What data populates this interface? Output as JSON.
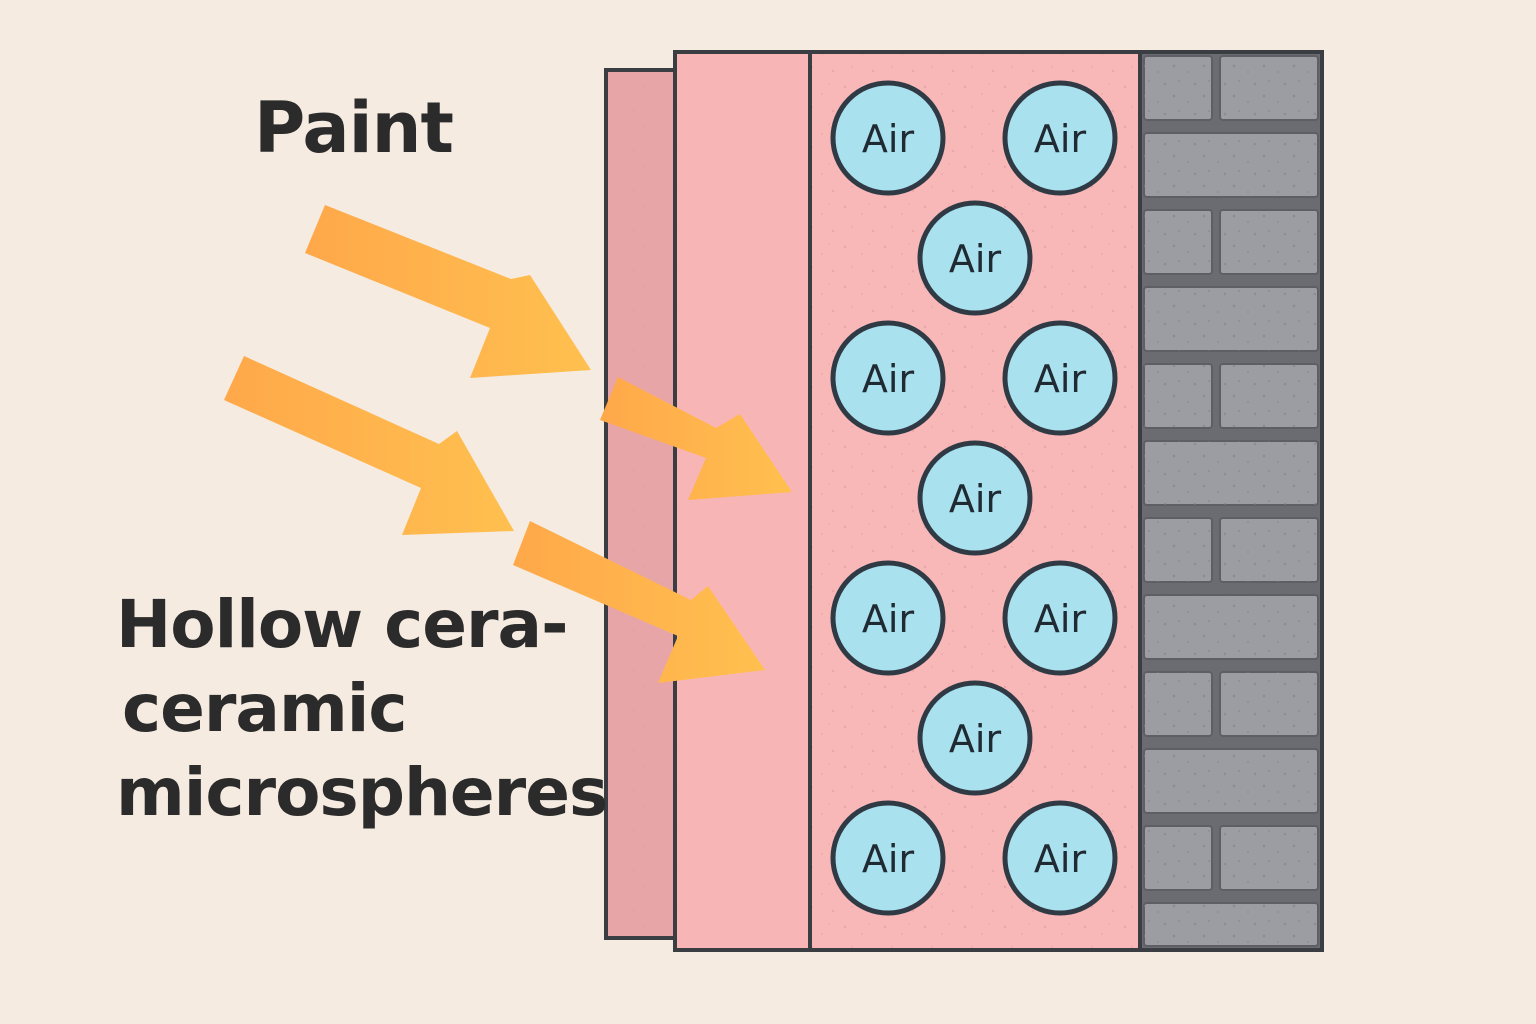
{
  "labels": {
    "paint": "Paint",
    "microspheres_lines": [
      "Hollow cera-",
      "ceramic",
      "microspheres"
    ]
  },
  "bubble_text": "Air",
  "bubble_count": 11,
  "colors": {
    "background": "#f5ebe1",
    "outer_layer": "#e8a5a8",
    "paint_layer": "#f8b5b5",
    "microsphere_layer": "#f9b8b8",
    "air_bubble": "#a9e1ef",
    "outline": "#3a3d42",
    "brick": "#9c9ca3",
    "mortar": "#6b6b72",
    "arrow": "#ffb84d"
  },
  "icons": [
    "arrow-icon",
    "brick-wall",
    "air-bubble"
  ]
}
